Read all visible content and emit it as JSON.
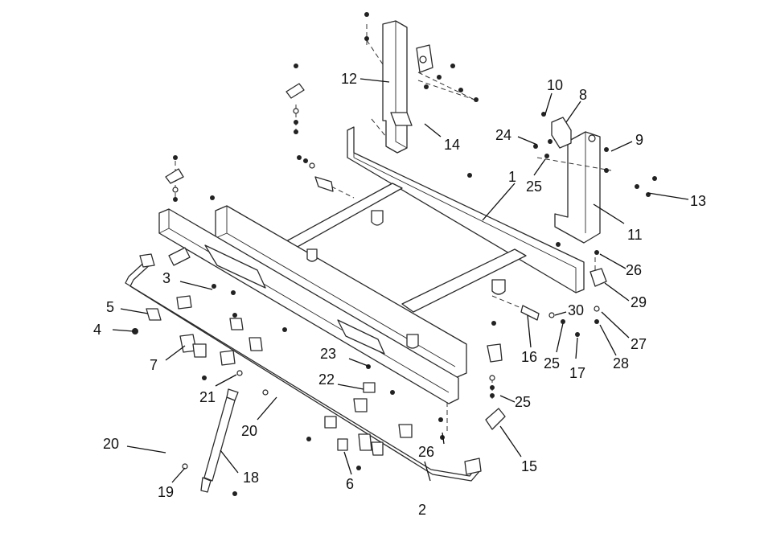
{
  "callouts": [
    {
      "n": "1"
    },
    {
      "n": "2"
    },
    {
      "n": "3"
    },
    {
      "n": "4"
    },
    {
      "n": "5"
    },
    {
      "n": "6"
    },
    {
      "n": "7"
    },
    {
      "n": "8"
    },
    {
      "n": "9"
    },
    {
      "n": "10"
    },
    {
      "n": "11"
    },
    {
      "n": "12"
    },
    {
      "n": "13"
    },
    {
      "n": "14"
    },
    {
      "n": "15"
    },
    {
      "n": "16"
    },
    {
      "n": "17"
    },
    {
      "n": "18"
    },
    {
      "n": "19"
    },
    {
      "n": "20"
    },
    {
      "n": "20"
    },
    {
      "n": "21"
    },
    {
      "n": "22"
    },
    {
      "n": "23"
    },
    {
      "n": "24"
    },
    {
      "n": "25"
    },
    {
      "n": "25"
    },
    {
      "n": "25"
    },
    {
      "n": "26"
    },
    {
      "n": "26"
    },
    {
      "n": "27"
    },
    {
      "n": "28"
    },
    {
      "n": "29"
    },
    {
      "n": "30"
    }
  ],
  "colors": {
    "line": "#2a2a2a",
    "background": "#ffffff",
    "text": "#111111"
  }
}
